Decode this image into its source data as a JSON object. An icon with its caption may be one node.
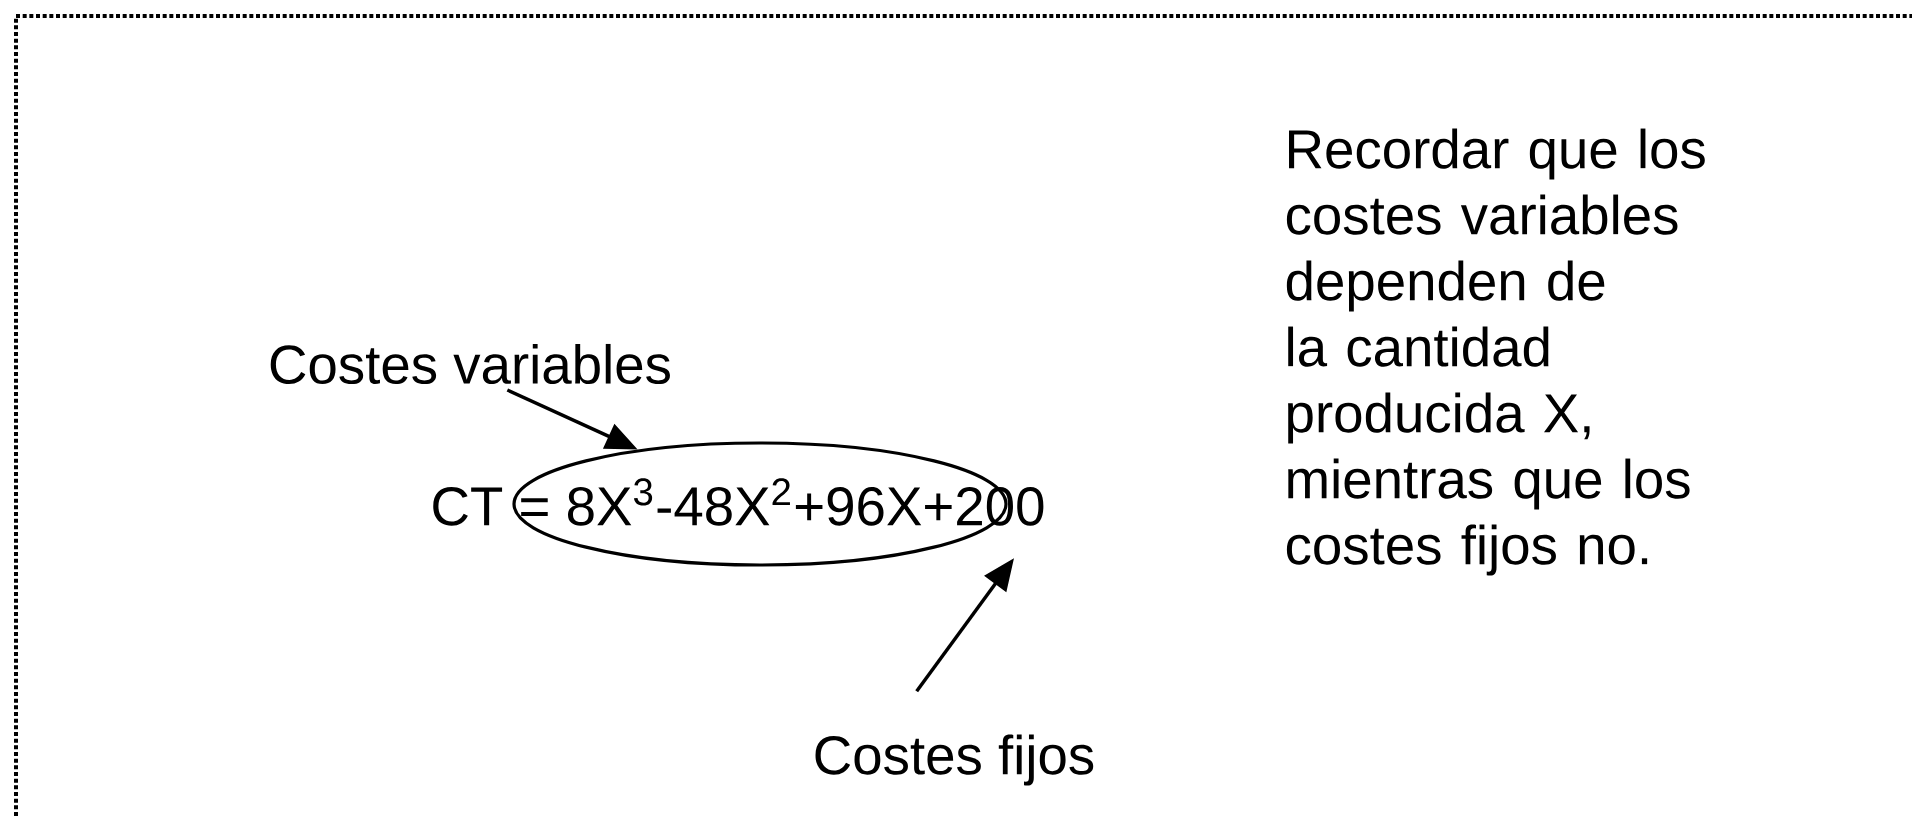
{
  "diagram": {
    "nodes": [
      {
        "text": [
          "Costes variables"
        ]
      },
      {
        "text": [],
        "shape": "ellipse"
      },
      {
        "text": [
          "Costes fijos"
        ]
      },
      {
        "text": [
          "CT = 8X$^{3}$-48X$^{2}$+96X+200"
        ]
      }
    ],
    "edges": [
      {
        "from": 0,
        "to": 1,
        "arrow": "to"
      },
      {
        "from": 2,
        "to": 3,
        "arrow": "to"
      }
    ],
    "labels": [
      "Recordar que los costes variables dependen de la cantidad producida X, mientras que los costes fijos no."
    ]
  }
}
